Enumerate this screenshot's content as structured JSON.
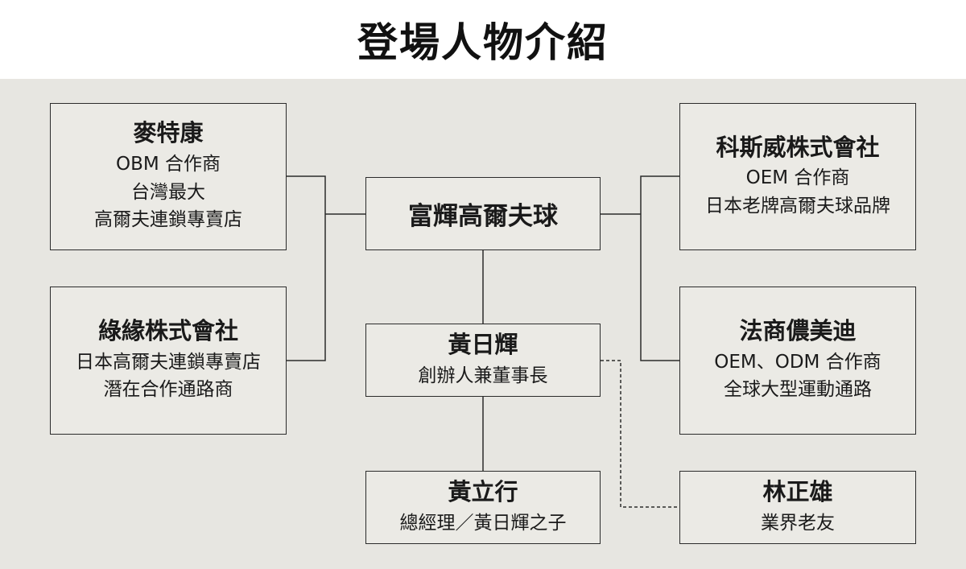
{
  "title": "登場人物介紹",
  "nodes": {
    "mcgregor": {
      "name": "麥特康",
      "desc": [
        "OBM 合作商",
        "台灣最大",
        "高爾夫連鎖專賣店"
      ]
    },
    "green": {
      "name": "綠緣株式會社",
      "desc": [
        "日本高爾夫連鎖專賣店",
        "潛在合作通路商"
      ]
    },
    "center": {
      "name": "富輝高爾夫球"
    },
    "huang_rh": {
      "name": "黃日輝",
      "desc": [
        "創辦人兼董事長"
      ]
    },
    "huang_lx": {
      "name": "黃立行",
      "desc": [
        "總經理／黃日輝之子"
      ]
    },
    "kesiwei": {
      "name": "科斯威株式會社",
      "desc": [
        "OEM 合作商",
        "日本老牌高爾夫球品牌"
      ]
    },
    "fashang": {
      "name": "法商儂美迪",
      "desc": [
        "OEM、ODM 合作商",
        "全球大型運動通路"
      ]
    },
    "lin": {
      "name": "林正雄",
      "desc": [
        "業界老友"
      ]
    }
  },
  "colors": {
    "panel": "#e7e6e1",
    "box": "#ebeae5",
    "border": "#2b2b2b"
  }
}
